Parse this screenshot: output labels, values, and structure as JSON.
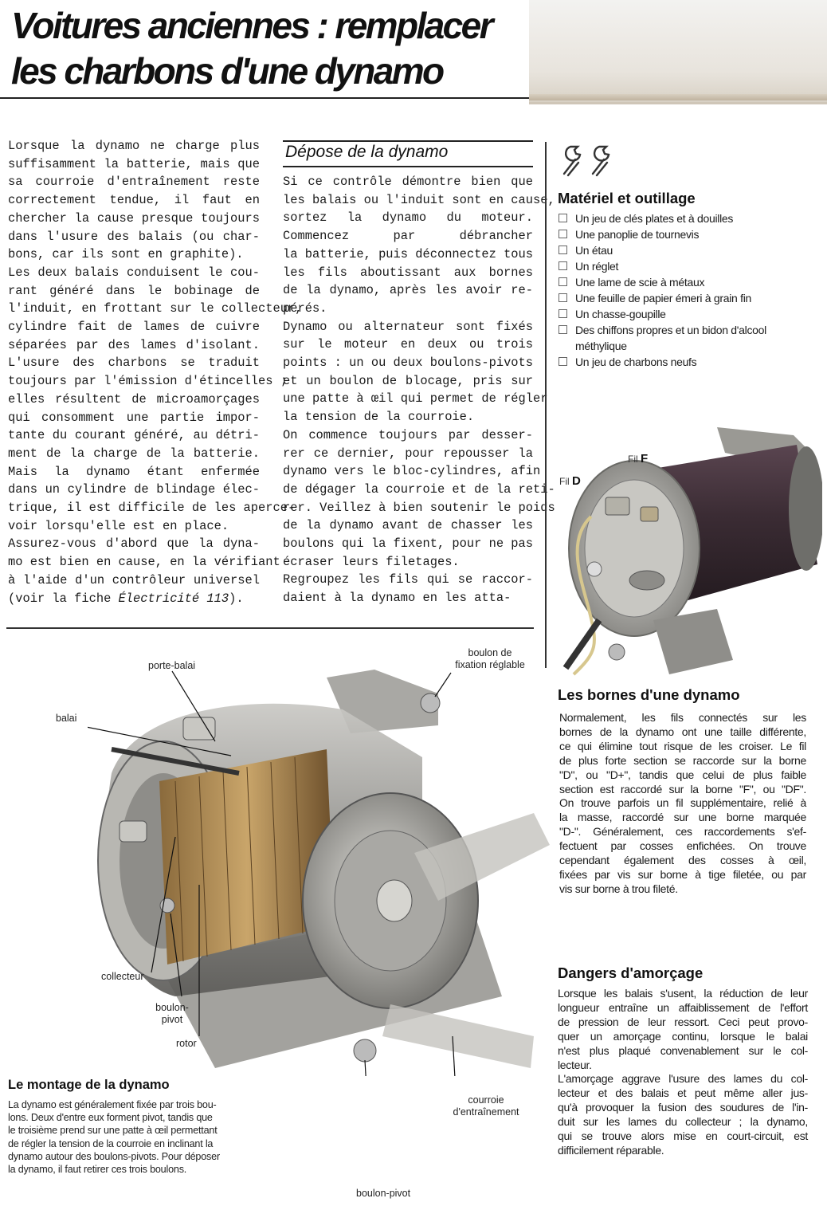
{
  "title": {
    "line1": "Voitures anciennes : remplacer",
    "line2": "les charbons d'une dynamo"
  },
  "intro": {
    "lines": [
      "Lorsque la dynamo ne charge plus",
      "suffisamment la batterie, mais que",
      "sa courroie d'entraînement reste",
      "correctement tendue, il faut en",
      "chercher la cause presque toujours",
      "dans l'usure des balais (ou char-",
      "bons, car ils sont en graphite).",
      "Les deux balais conduisent le cou-",
      "rant généré dans le bobinage de",
      "l'induit, en frottant sur le collecteur,",
      "cylindre fait de lames de cuivre",
      "séparées par des lames d'isolant.",
      "L'usure des charbons se traduit",
      "toujours par l'émission d'étincelles ;",
      "elles résultent de microamorçages",
      "qui consomment une partie impor-",
      "tante du courant généré, au détri-",
      "ment de la charge de la batterie.",
      "Mais la dynamo étant enfermée",
      "dans un cylindre de blindage élec-",
      "trique, il est difficile de les aperce-",
      "voir lorsqu'elle est en place.",
      "Assurez-vous d'abord que la dyna-",
      "mo est bien en cause, en la vérifiant",
      "à l'aide d'un contrôleur universel",
      "(voir la fiche ",
      "Électricité 113",
      ")."
    ]
  },
  "depose": {
    "heading": "Dépose de la dynamo",
    "lines": [
      "Si ce contrôle démontre bien que",
      "les balais ou l'induit sont en cause,",
      "sortez la dynamo du moteur.",
      "Commencez par débrancher",
      "la batterie, puis déconnectez tous",
      "les fils aboutissant aux bornes",
      "de la dynamo, après les avoir re-",
      "pérés.",
      "Dynamo ou alternateur sont fixés",
      "sur le moteur en deux ou trois",
      "points : un ou deux boulons-pivots",
      "et un boulon de blocage, pris sur",
      "une patte à œil qui permet de régler",
      "la tension de la courroie.",
      "On commence toujours par desser-",
      "rer ce dernier, pour repousser la",
      "dynamo vers le bloc-cylindres, afin",
      "de dégager la courroie et de la reti-",
      "rer. Veillez à bien soutenir le poids",
      "de la dynamo avant de chasser les",
      "boulons qui la fixent, pour ne pas",
      "écraser leurs filetages.",
      "Regroupez les fils qui se raccor-",
      "daient à la dynamo en les atta-"
    ]
  },
  "materiel": {
    "heading": "Matériel et outillage",
    "icon": "wrench-icon",
    "items": [
      "Un jeu de clés plates et à douilles",
      "Une panoplie de tournevis",
      "Un étau",
      "Un réglet",
      "Une lame de scie à métaux",
      "Une feuille de papier émeri à grain fin",
      "Un chasse-goupille",
      "Des chiffons propres et un bidon d'alcool méthylique",
      "Un jeu de charbons neufs"
    ]
  },
  "bornes_photo": {
    "fil_label": "Fil",
    "d": "D",
    "f": "F"
  },
  "bornes": {
    "heading": "Les bornes d'une dynamo",
    "lines": [
      "Normalement, les fils connectés sur les",
      "bornes de la dynamo ont une taille différente,",
      "ce qui élimine tout risque de les croiser. Le fil",
      "de plus forte section se raccorde sur la borne",
      "\"D\", ou \"D+\", tandis que celui de plus faible",
      "section est raccordé sur la borne \"F\", ou \"DF\".",
      "On trouve parfois un fil supplémentaire, relié à",
      "la masse, raccordé sur une borne marquée",
      "\"D-\". Généralement, ces raccordements s'ef-",
      "fectuent par cosses enfichées. On trouve",
      "cependant également des cosses à œil,",
      "fixées par vis sur borne à tige filetée, ou par",
      "vis sur borne à trou fileté."
    ]
  },
  "dangers": {
    "heading": "Dangers d'amorçage",
    "lines": [
      "Lorsque les balais s'usent, la réduction de leur",
      "longueur entraîne un affaiblissement de l'effort",
      "de pression de leur ressort. Ceci peut provo-",
      "quer un amorçage continu, lorsque le balai",
      "n'est plus plaqué convenablement sur le col-",
      "lecteur.",
      "L'amorçage aggrave l'usure des lames du col-",
      "lecteur et des balais et peut même aller jus-",
      "qu'à provoquer la fusion des soudures de l'in-",
      "duit sur les lames du collecteur ; la dynamo,",
      "qui se trouve alors mise en court-circuit, est",
      "difficilement réparable."
    ]
  },
  "figure_labels": {
    "porte_balai": "porte-balai",
    "balai": "balai",
    "boulon_fixation_1": "boulon de",
    "boulon_fixation_2": "fixation réglable",
    "collecteur": "collecteur",
    "boulon_pivot_1": "boulon-",
    "boulon_pivot_2": "pivot",
    "rotor": "rotor",
    "courroie_1": "courroie",
    "courroie_2": "d'entraînement",
    "boulon_pivot_bottom": "boulon-pivot"
  },
  "montage": {
    "heading": "Le montage de la dynamo",
    "lines": [
      "La dynamo est généralement fixée par trois bou-",
      "lons. Deux d'entre eux forment pivot, tandis que",
      "le troisième prend sur une patte à œil permettant",
      "de régler la tension de la courroie en inclinant la",
      "dynamo autour des boulons-pivots. Pour déposer",
      "la dynamo, il faut retirer ces trois boulons."
    ]
  }
}
